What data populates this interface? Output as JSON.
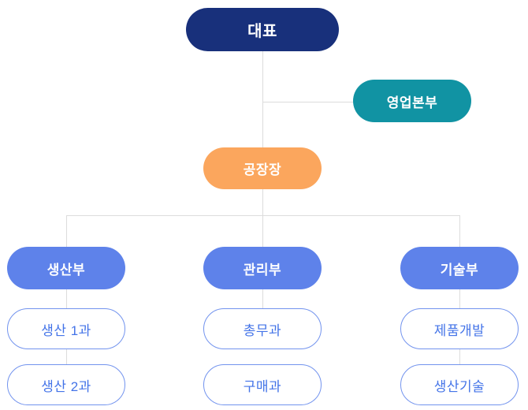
{
  "diagram": {
    "type": "org-chart",
    "language": "ko",
    "colors": {
      "background": "#ffffff",
      "navy": "#18307b",
      "teal": "#1193a3",
      "orange": "#fba65d",
      "blue": "#5e82ea",
      "outline_border": "#7293ee",
      "outline_text": "#4474e8",
      "connector": "#dcdcdc"
    },
    "nodes": {
      "ceo": {
        "label": "대표",
        "bg": "#18307b",
        "fg": "#ffffff"
      },
      "sales": {
        "label": "영업본부",
        "bg": "#1193a3",
        "fg": "#ffffff"
      },
      "factory": {
        "label": "공장장",
        "bg": "#fba65d",
        "fg": "#ffffff"
      },
      "prod": {
        "label": "생산부",
        "bg": "#5e82ea",
        "fg": "#ffffff"
      },
      "admin": {
        "label": "관리부",
        "bg": "#5e82ea",
        "fg": "#ffffff"
      },
      "tech": {
        "label": "기술부",
        "bg": "#5e82ea",
        "fg": "#ffffff"
      },
      "prod1": {
        "label": "생산 1과",
        "bg": "#ffffff",
        "fg": "#4474e8",
        "border": "#7293ee"
      },
      "prod2": {
        "label": "생산 2과",
        "bg": "#ffffff",
        "fg": "#4474e8",
        "border": "#7293ee"
      },
      "general": {
        "label": "총무과",
        "bg": "#ffffff",
        "fg": "#4474e8",
        "border": "#7293ee"
      },
      "purchase": {
        "label": "구매과",
        "bg": "#ffffff",
        "fg": "#4474e8",
        "border": "#7293ee"
      },
      "dev": {
        "label": "제품개발",
        "bg": "#ffffff",
        "fg": "#4474e8",
        "border": "#7293ee"
      },
      "prodtech": {
        "label": "생산기술",
        "bg": "#ffffff",
        "fg": "#4474e8",
        "border": "#7293ee"
      }
    },
    "edges": [
      {
        "from": "ceo",
        "to": "factory"
      },
      {
        "from": "ceo",
        "to": "sales"
      },
      {
        "from": "factory",
        "to": "prod"
      },
      {
        "from": "factory",
        "to": "admin"
      },
      {
        "from": "factory",
        "to": "tech"
      },
      {
        "from": "prod",
        "to": "prod1"
      },
      {
        "from": "prod1",
        "to": "prod2"
      },
      {
        "from": "admin",
        "to": "general"
      },
      {
        "from": "tech",
        "to": "dev"
      },
      {
        "from": "dev",
        "to": "prodtech"
      }
    ]
  }
}
